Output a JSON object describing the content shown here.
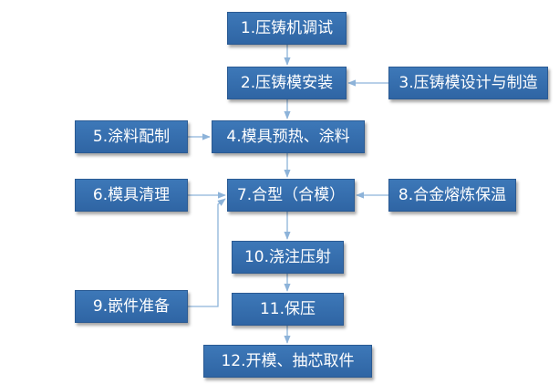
{
  "diagram": {
    "nodes": {
      "n1": "1.压铸机调试",
      "n2": "2.压铸模安装",
      "n3": "3.压铸模设计与制造",
      "n4": "4.模具预热、涂料",
      "n5": "5.涂料配制",
      "n6": "6.模具清理",
      "n7": "7.合型（合模）",
      "n8": "8.合金熔炼保温",
      "n9": "9.嵌件准备",
      "n10": "10.浇注压射",
      "n11": "11.保压",
      "n12": "12.开模、抽芯取件"
    },
    "edges": [
      {
        "from": "n1",
        "to": "n2"
      },
      {
        "from": "n3",
        "to": "n2"
      },
      {
        "from": "n2",
        "to": "n4"
      },
      {
        "from": "n5",
        "to": "n4"
      },
      {
        "from": "n4",
        "to": "n7"
      },
      {
        "from": "n6",
        "to": "n7"
      },
      {
        "from": "n8",
        "to": "n7"
      },
      {
        "from": "n9",
        "to": "n7"
      },
      {
        "from": "n7",
        "to": "n10"
      },
      {
        "from": "n10",
        "to": "n11"
      },
      {
        "from": "n11",
        "to": "n12"
      }
    ],
    "colors": {
      "box_fill": "#3570b0",
      "box_border": "#2a5a93",
      "connector": "#8db3d9",
      "text": "#ffffff"
    }
  }
}
